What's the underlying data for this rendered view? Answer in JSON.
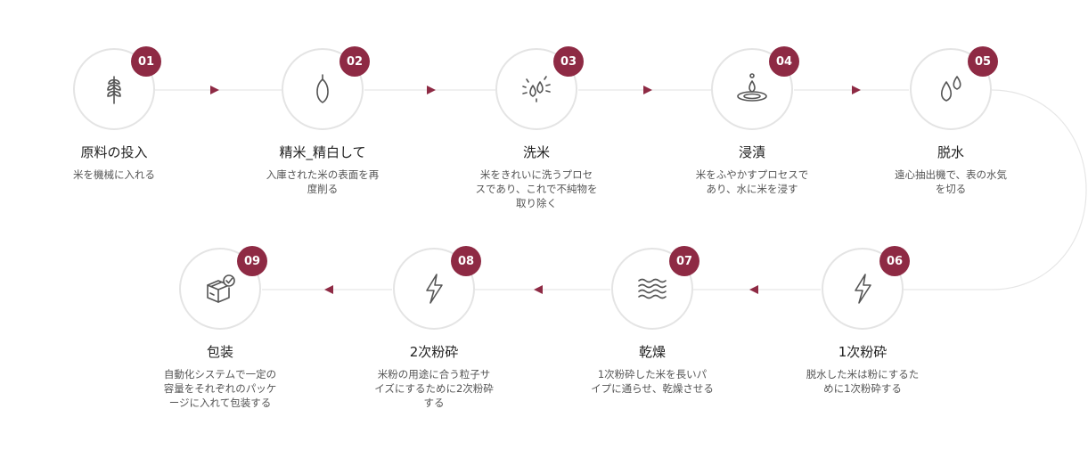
{
  "accent_color": "#8e2a44",
  "steps": [
    {
      "num": "01",
      "title": "原料の投入",
      "desc": [
        "米を機械に入れる"
      ],
      "icon": "wheat-icon"
    },
    {
      "num": "02",
      "title": "精米_精白して",
      "desc": [
        "入庫された米の表面を再",
        "度削る"
      ],
      "icon": "rice-grain-icon"
    },
    {
      "num": "03",
      "title": "洗米",
      "desc": [
        "米をきれいに洗うプロセ",
        "スであり、これで不純物を",
        "取り除く"
      ],
      "icon": "water-splash-icon"
    },
    {
      "num": "04",
      "title": "浸漬",
      "desc": [
        "米をふやかすプロセスで",
        "あり、水に米を浸す"
      ],
      "icon": "water-drop-ripple-icon"
    },
    {
      "num": "05",
      "title": "脱水",
      "desc": [
        "遠心抽出機で、表の水気",
        "を切る"
      ],
      "icon": "water-drops-icon"
    },
    {
      "num": "06",
      "title": "1次粉砕",
      "desc": [
        "脱水した米は粉にするた",
        "めに1次粉砕する"
      ],
      "icon": "lightning-icon"
    },
    {
      "num": "07",
      "title": "乾燥",
      "desc": [
        "1次粉砕した米を長いパ",
        "イプに通らせ、乾燥させる"
      ],
      "icon": "waves-icon"
    },
    {
      "num": "08",
      "title": "2次粉砕",
      "desc": [
        "米粉の用途に合う粒子サ",
        "イズにするために2次粉砕",
        "する"
      ],
      "icon": "lightning-icon"
    },
    {
      "num": "09",
      "title": "包装",
      "desc": [
        "自動化システムで一定の",
        "容量をそれぞれのパッケ",
        "ージに入れて包装する"
      ],
      "icon": "box-check-icon"
    }
  ]
}
